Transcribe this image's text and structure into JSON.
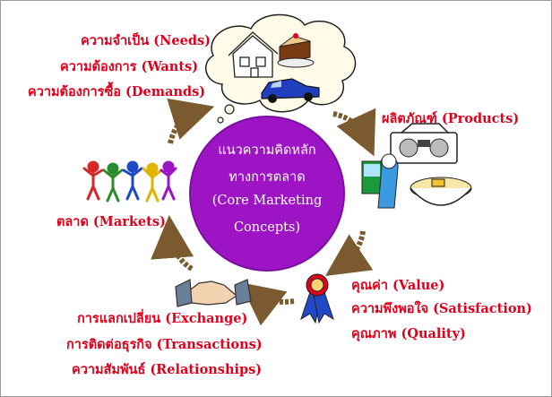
{
  "center": {
    "line1": "แนวความคิดหลัก",
    "line2": "ทางการตลาด",
    "line3": "(Core Marketing",
    "line4": "Concepts)"
  },
  "needs_group": {
    "needs": "ความจำเป็น (Needs)",
    "wants": "ความต้องการ (Wants)",
    "demands": "ความต้องการซื้อ (Demands)"
  },
  "products": "ผลิตภัณฑ์ (Products)",
  "markets": "ตลาด (Markets)",
  "value_group": {
    "value": "คุณค่า (Value)",
    "satisfaction": "ความพึงพอใจ (Satisfaction)",
    "quality": "คุณภาพ (Quality)"
  },
  "exchange_group": {
    "exchange": "การแลกเปลี่ยน (Exchange)",
    "transactions": "การติดต่อธุรกิจ (Transactions)",
    "relationships": "ความสัมพันธ์ (Relationships)"
  },
  "colors": {
    "label_text": "#e0001b",
    "center_circle": "#9c14c4",
    "cycle_arrows": "#7a5a2e"
  },
  "icons": [
    "house-icon",
    "cake-icon",
    "car-icon",
    "radio-icon",
    "tv-icon",
    "drink-icon",
    "food-bowl-icon",
    "people-dancing-icon",
    "handshake-icon",
    "ribbon-award-icon"
  ]
}
